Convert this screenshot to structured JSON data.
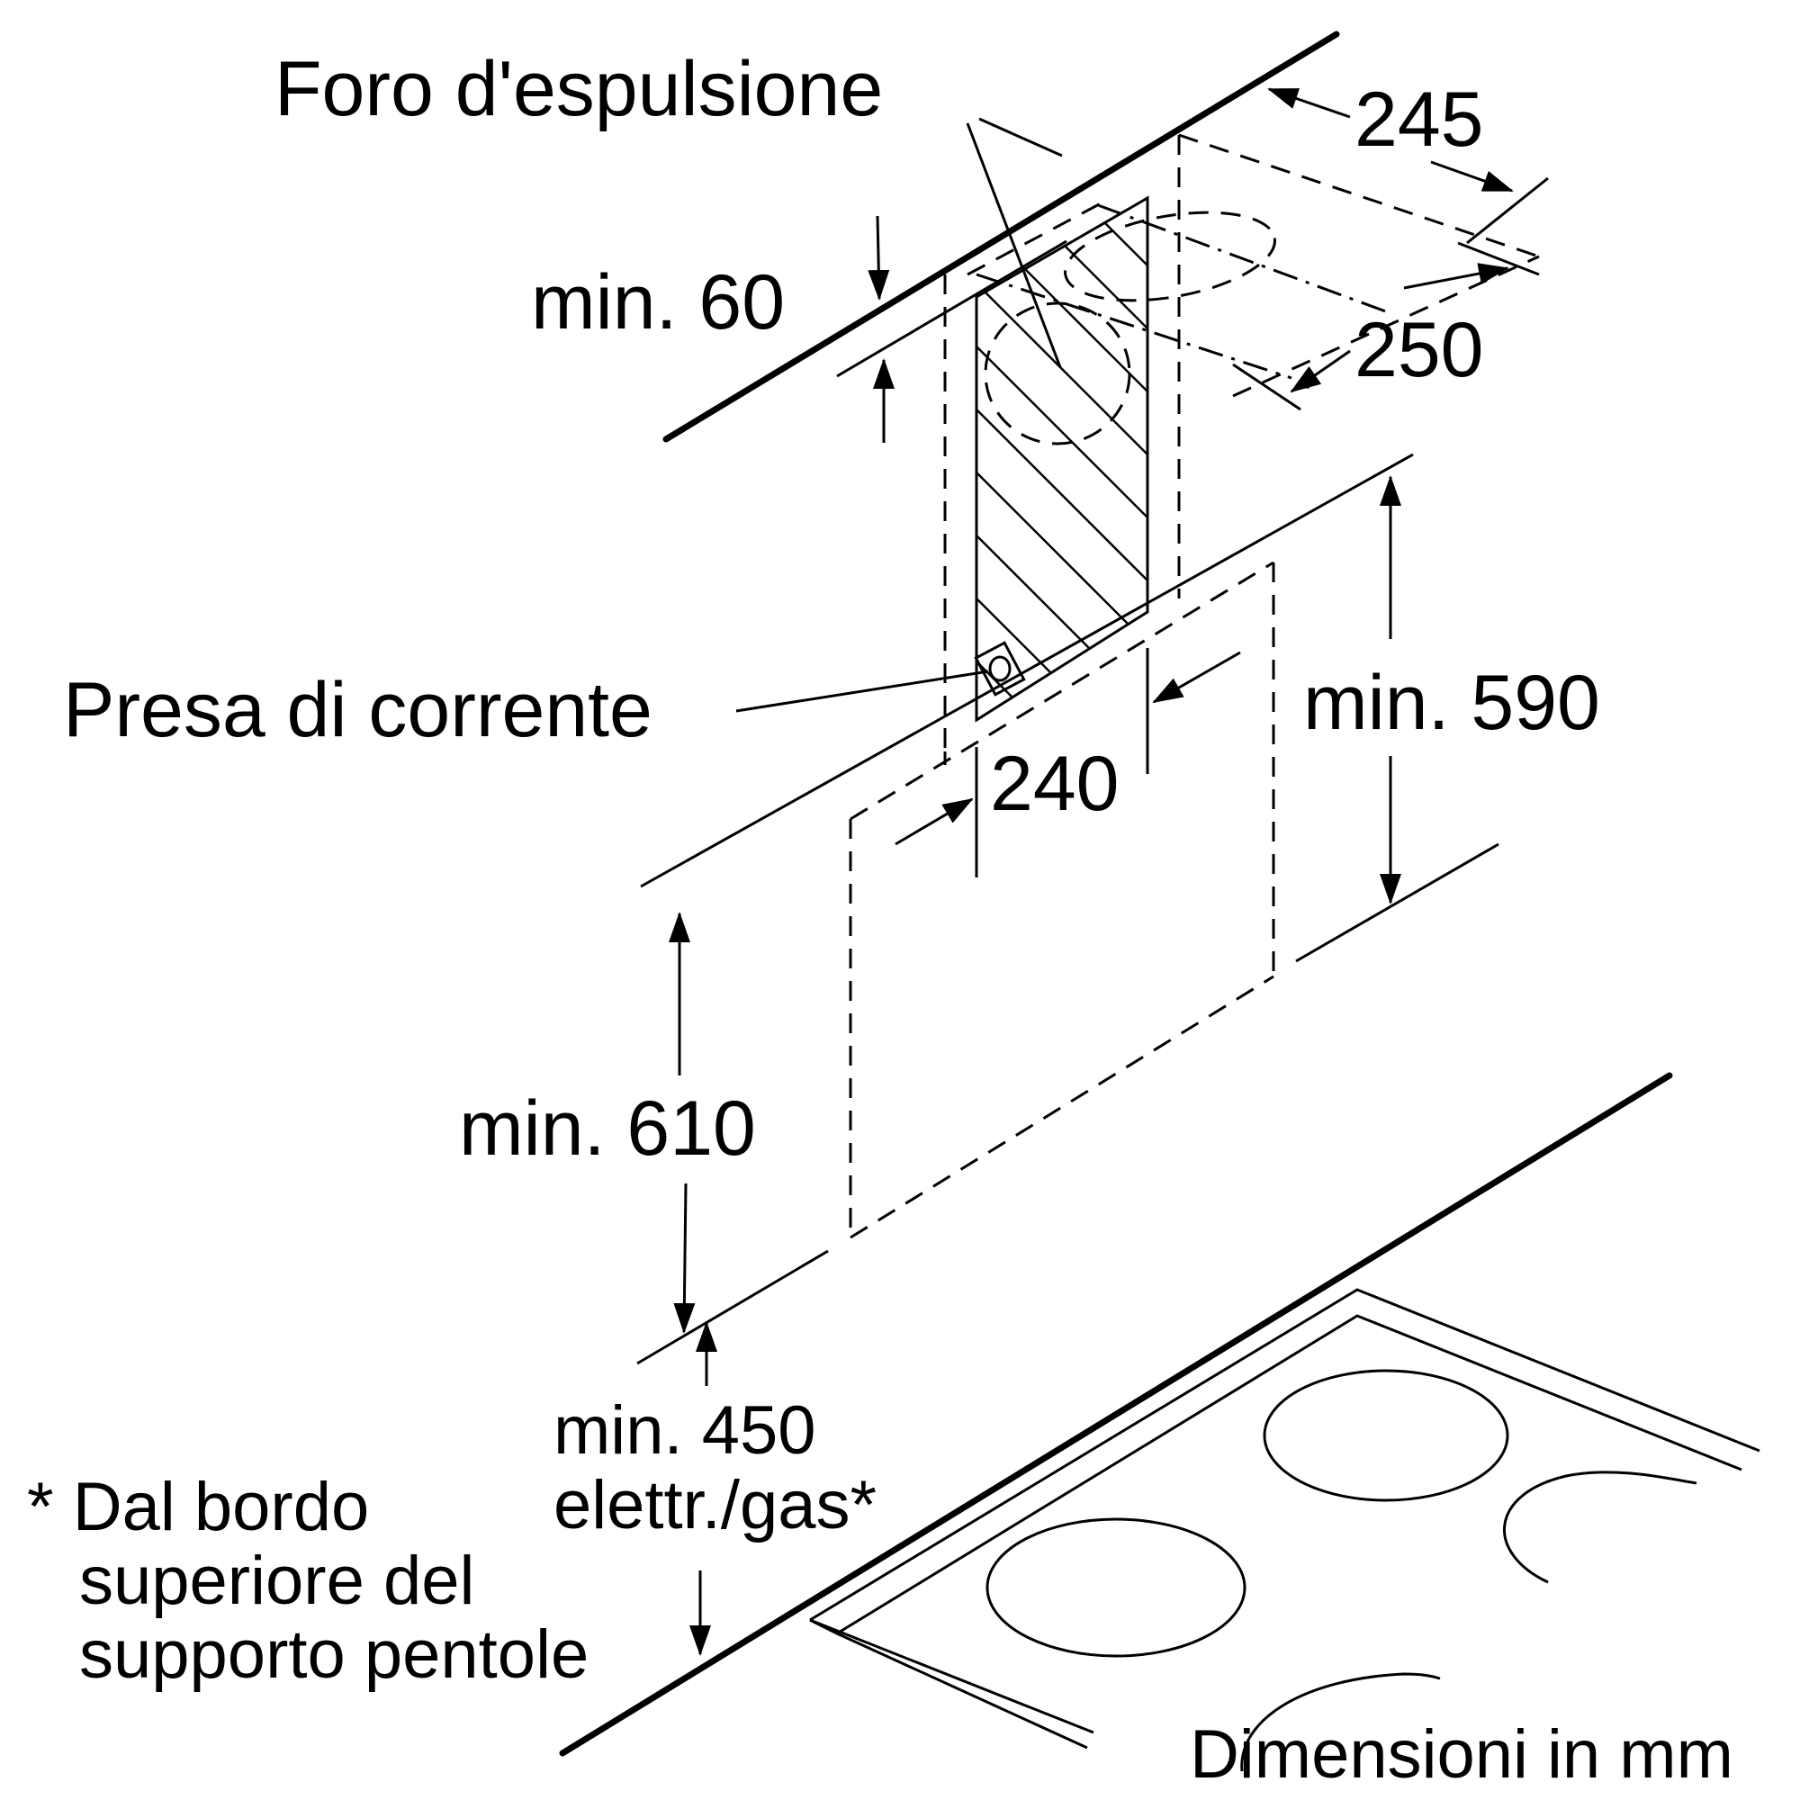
{
  "labels": {
    "exhaust_hole": "Foro d'espulsione",
    "power_socket": "Presa di corrente",
    "units_note": "Dimensioni in mm"
  },
  "dimensions": {
    "top_depth": "245",
    "top_width": "250",
    "ceiling_gap": "min. 60",
    "socket_width": "240",
    "upper_height": "min. 590",
    "lower_height": "min. 610",
    "hob_clearance_line1": "min. 450",
    "hob_clearance_line2": "elettr./gas*"
  },
  "footnote": {
    "line1": "* Dal bordo",
    "line2": "superiore del",
    "line3": "supporto pentole"
  }
}
